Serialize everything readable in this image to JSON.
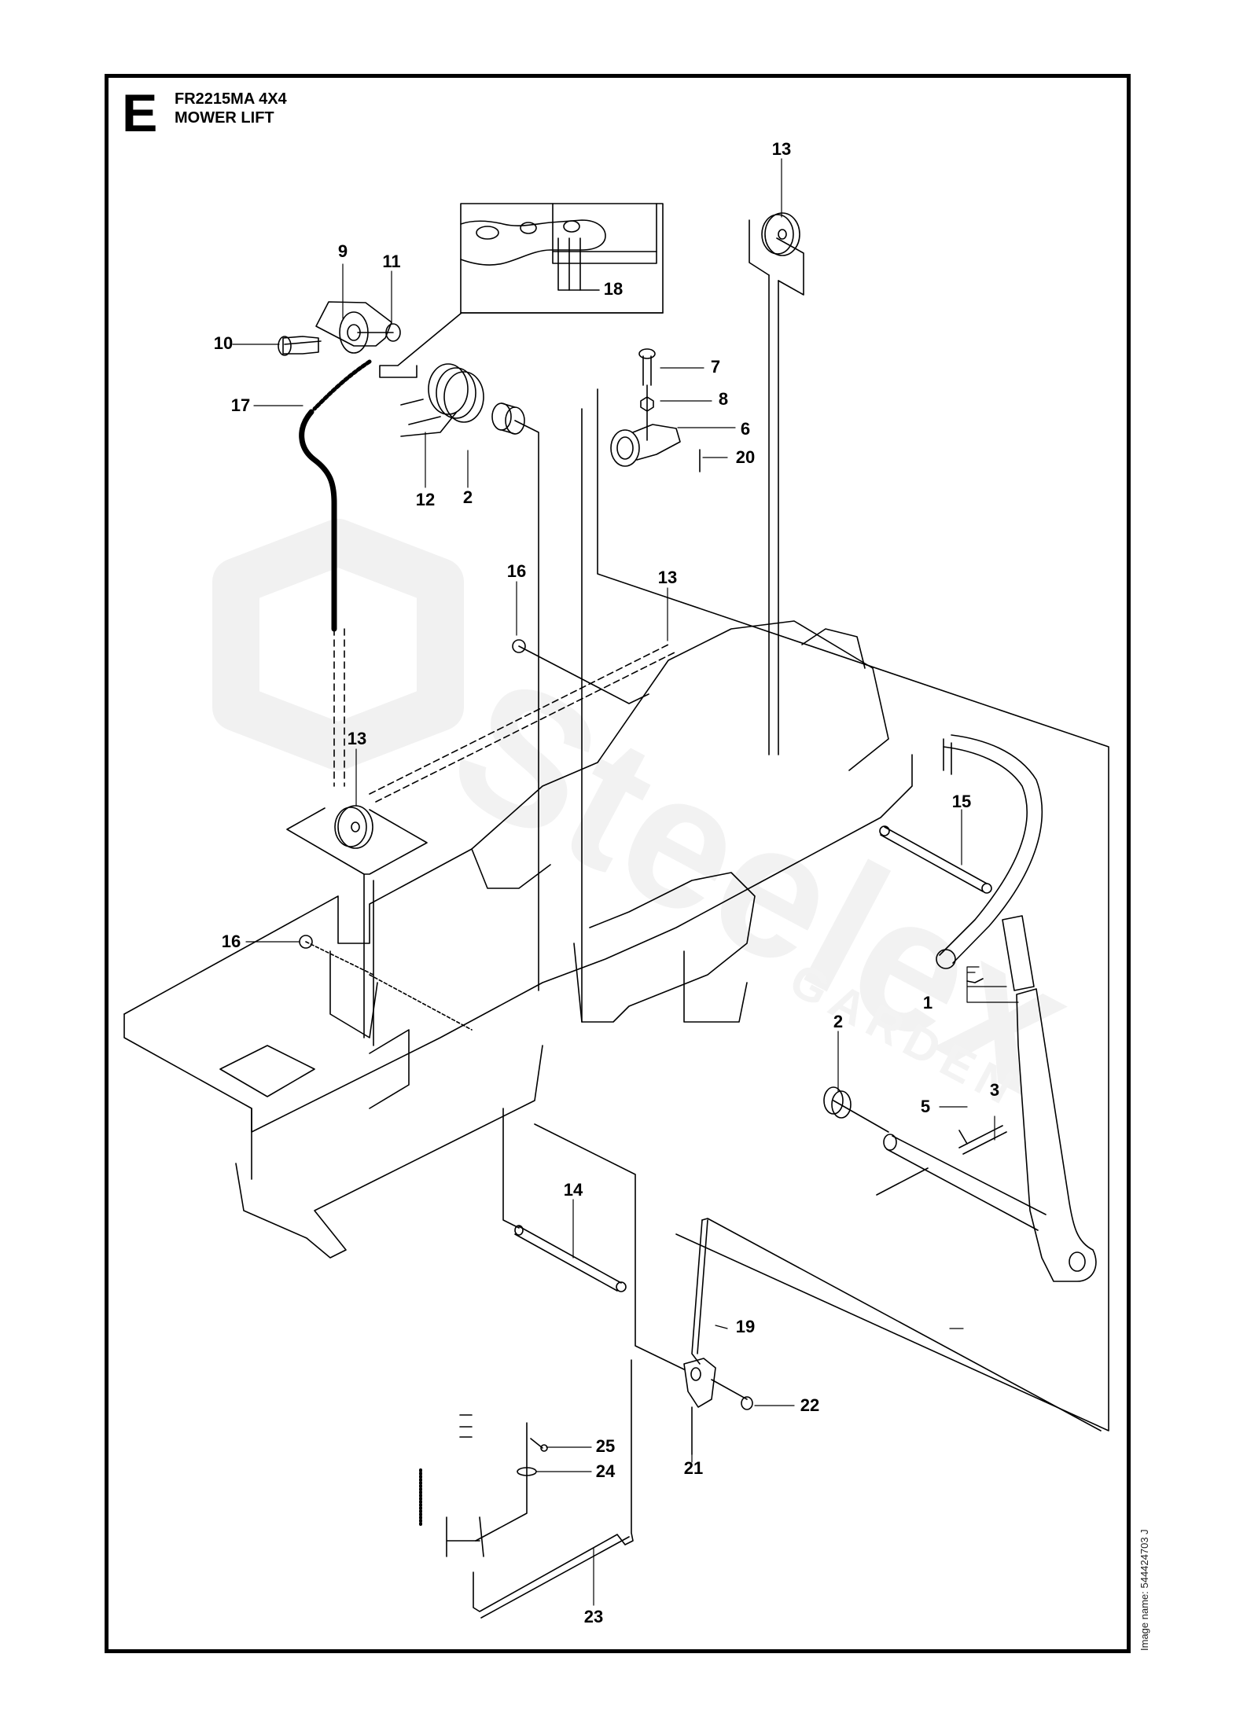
{
  "header": {
    "section_letter": "E",
    "model": "FR2215MA 4X4",
    "section_title": "MOWER LIFT"
  },
  "footer": {
    "image_name": "Image name: 544424703 J"
  },
  "watermark": {
    "brand_text": "Steelex",
    "sub_text": "GARDEN",
    "color": "#efefef"
  },
  "callouts": [
    {
      "id": "c13-top",
      "label": "13",
      "part": "pulley"
    },
    {
      "id": "c9",
      "label": "9",
      "part": "chain bracket"
    },
    {
      "id": "c11",
      "label": "11",
      "part": "nut"
    },
    {
      "id": "c18",
      "label": "18",
      "part": "chain connecting link"
    },
    {
      "id": "c10",
      "label": "10",
      "part": "bolt"
    },
    {
      "id": "c7",
      "label": "7",
      "part": "bolt"
    },
    {
      "id": "c8",
      "label": "8",
      "part": "nut"
    },
    {
      "id": "c17",
      "label": "17",
      "part": "chain and cable"
    },
    {
      "id": "c6",
      "label": "6",
      "part": "lever arm"
    },
    {
      "id": "c20",
      "label": "20",
      "part": "pin"
    },
    {
      "id": "c12",
      "label": "12",
      "part": "torsion spring"
    },
    {
      "id": "c2-top",
      "label": "2",
      "part": "bushing"
    },
    {
      "id": "c16-top",
      "label": "16",
      "part": "retaining clip"
    },
    {
      "id": "c13-mid",
      "label": "13",
      "part": "pulley"
    },
    {
      "id": "c13-left",
      "label": "13",
      "part": "pulley"
    },
    {
      "id": "c15",
      "label": "15",
      "part": "shaft"
    },
    {
      "id": "c16-left",
      "label": "16",
      "part": "retaining clip"
    },
    {
      "id": "c1",
      "label": "1",
      "part": "lift lever assembly"
    },
    {
      "id": "c2-right",
      "label": "2",
      "part": "bushing"
    },
    {
      "id": "c5",
      "label": "5",
      "part": "screw"
    },
    {
      "id": "c3",
      "label": "3",
      "part": "plate"
    },
    {
      "id": "c14",
      "label": "14",
      "part": "shaft"
    },
    {
      "id": "c19",
      "label": "19",
      "part": "link rod"
    },
    {
      "id": "c22",
      "label": "22",
      "part": "retaining clip"
    },
    {
      "id": "c25",
      "label": "25",
      "part": "pin"
    },
    {
      "id": "c24",
      "label": "24",
      "part": "washer"
    },
    {
      "id": "c21",
      "label": "21",
      "part": "plate"
    },
    {
      "id": "c23",
      "label": "23",
      "part": "link rod"
    }
  ]
}
